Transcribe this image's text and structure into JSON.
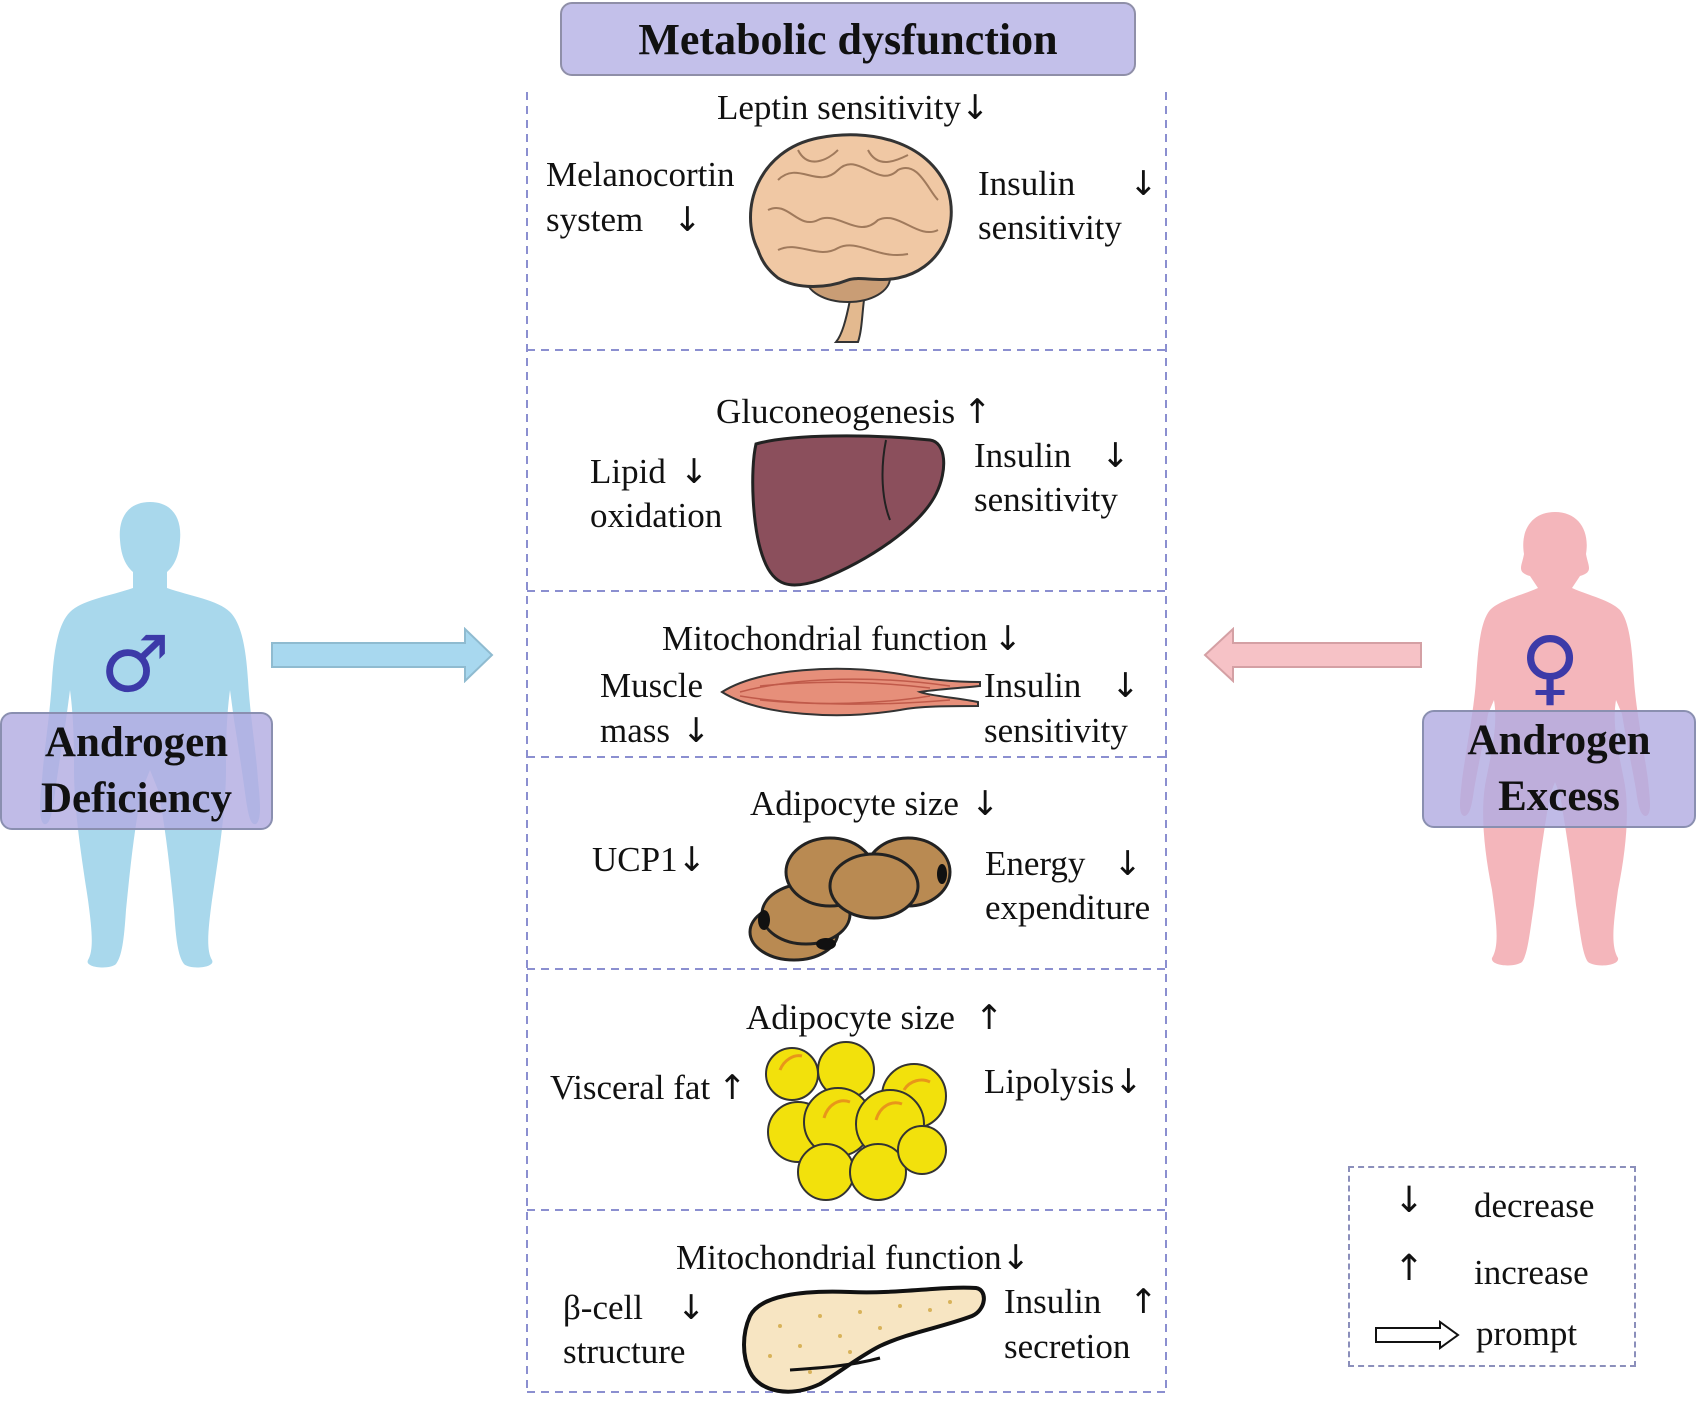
{
  "title": "Metabolic dysfunction",
  "left_panel": {
    "label_line1": "Androgen",
    "label_line2": "Deficiency",
    "symbol": "♂",
    "figure_color": "#a9d8ec"
  },
  "right_panel": {
    "label_line1": "Androgen",
    "label_line2": "Excess",
    "symbol": "♀",
    "figure_color": "#f4b6bb"
  },
  "sections": {
    "brain": {
      "top": "Leptin sensitivity",
      "left1": "Melanocortin",
      "left2": "system",
      "right1": "Insulin",
      "right2": "sensitivity"
    },
    "liver": {
      "top": "Gluconeogenesis",
      "left1": "Lipid",
      "left2": "oxidation",
      "right1": "Insulin",
      "right2": "sensitivity"
    },
    "muscle": {
      "top": "Mitochondrial function",
      "left1": "Muscle",
      "left2": "mass",
      "right1": "Insulin",
      "right2": "sensitivity"
    },
    "brown_fat": {
      "top": "Adipocyte size",
      "left1": "UCP1",
      "right1": "Energy",
      "right2": "expenditure"
    },
    "white_fat": {
      "top": "Adipocyte size",
      "left1": "Visceral fat",
      "right1": "Lipolysis"
    },
    "pancreas": {
      "top": "Mitochondrial function",
      "left1": "β-cell",
      "left2": "structure",
      "right1": "Insulin",
      "right2": "secretion"
    }
  },
  "legend": {
    "decrease": "decrease",
    "increase": "increase",
    "prompt": "prompt"
  },
  "symbols": {
    "down": "↓",
    "up": "↑"
  },
  "colors": {
    "accent_box": "#c3c0ea",
    "dash": "#8b8fd0",
    "male_arrow": "#a8d8ef",
    "female_arrow": "#f6c2c6"
  }
}
